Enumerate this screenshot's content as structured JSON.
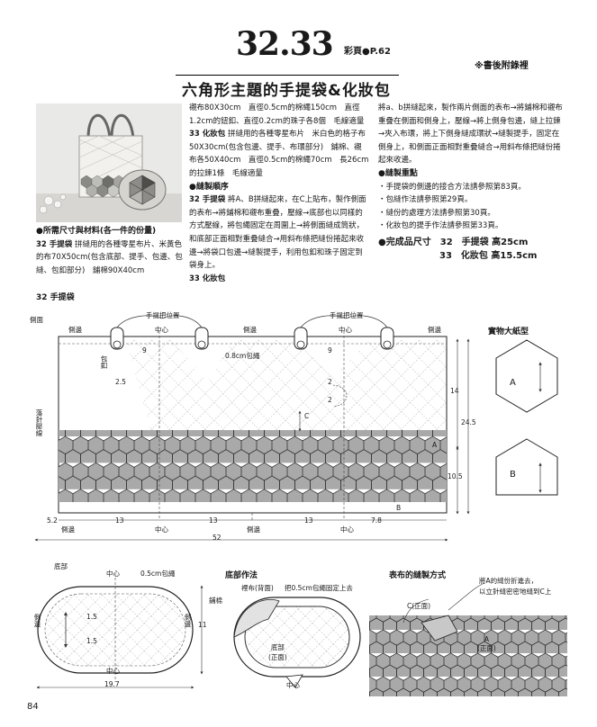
{
  "header": {
    "pattern_numbers": "32.33",
    "page_ref": "彩頁●P.62",
    "note": "※書後附錄裡",
    "title": "六角形主題的手提袋&化妝包"
  },
  "materials": {
    "heading": "●所需尺寸與材料(各一件的份量)",
    "item32_label": "32 手提袋",
    "item32_text": "拼縫用的各種零星布片、米黃色的布70X50cm(包含底部、提手、包邊、包縫、包釦部分)　鋪棉90X40cm",
    "item32_cont": "襯布80X30cm　直徑0.5cm的棉繩150cm　直徑1.2cm的鈕釦、直徑0.2cm的珠子各8個　毛線適量",
    "item33_label": "33 化妝包",
    "item33_text": "拼縫用的各種零星布片　米白色的格子布50X30cm(包含包邊、提手、布環部分)　鋪棉、襯布各50X40cm　直徑0.5cm的棉繩70cm　長26cm的拉鍊1條　毛線適量"
  },
  "steps": {
    "heading": "●縫製順序",
    "step32_label": "32 手提袋",
    "step32_text": "將A、B拼縫起來，在C上貼布，製作側面的表布→將鋪棉和襯布重疊，壓線→底部也以同樣的方式壓線，將包繩固定在周圍上→將側面縫成筒狀，和底部正面相對重疊縫合→用斜布條把縫份捲起來收邊→將袋口包邊→縫製提手，利用包釦和珠子固定到袋身上。",
    "step33_label": "33 化妝包",
    "step33_text": "將a、b拼縫起來，製作兩片側面的表布→將鋪棉和襯布重疊在側面和側身上，壓線→將上側身包邊，縫上拉鍊→夾入布環，將上下側身縫成環狀→縫製提手，固定在側身上，和側面正面相對重疊縫合→用斜布條把縫份捲起來收邊。"
  },
  "points": {
    "heading": "●縫製重點",
    "items": [
      "・手提袋的側邊的接合方法請參照第83頁。",
      "・包縫作法請參照第29頁。",
      "・縫份的處理方法請參照第30頁。",
      "・化妝包的提手作法請參照第33頁。"
    ]
  },
  "finished": {
    "heading": "●完成品尺寸",
    "item32": "32　手提袋 高25cm",
    "item33": "33　化妝包 高15.5cm"
  },
  "diagram": {
    "label": "32 手提袋",
    "side_label": "側面",
    "handle_pos": "手提把位置",
    "side_edge": "側邊",
    "center": "中心",
    "bias_button": "包釦",
    "cord": "0.8cm包繩",
    "applique": "落針壓線",
    "dims": {
      "d9": "9",
      "d2_5": "2.5",
      "d2": "2",
      "d14": "14",
      "d24_5": "24.5",
      "d10_5": "10.5",
      "d5_2": "5.2",
      "d13": "13",
      "d7_8": "7.8",
      "d52": "52",
      "d11": "11",
      "d1_5": "1.5",
      "d19_7": "19.7"
    },
    "piece_A": "A",
    "piece_B": "B",
    "piece_C": "C",
    "template_title": "實物大紙型",
    "bottom_label": "底部",
    "bottom_cord": "0.5cm包繩",
    "bottom_method": "底部作法",
    "lining_back": "裡布(背面)",
    "fix_cord": "把0.5cm包繩固定上去",
    "batting": "鋪棉",
    "bottom_front": "底部\n(正面)",
    "topstitch_title": "表布的縫製方式",
    "a_allowance": "將A的縫份折進去，",
    "blind_stitch": "以立針縫密密地縫到C上",
    "c_front": "C(正面)",
    "a_front": "A\n(正面)"
  },
  "page_number": "84"
}
